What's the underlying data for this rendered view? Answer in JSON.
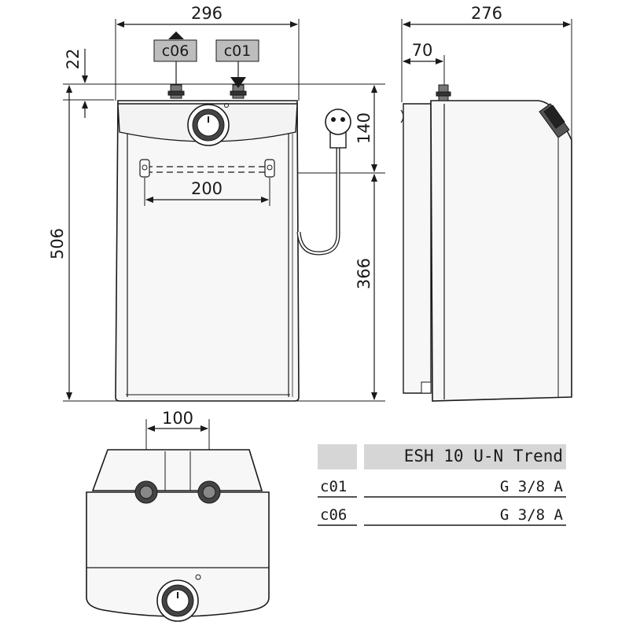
{
  "front_view": {
    "width_dim": "296",
    "height_dim": "506",
    "top_offset_dim": "22",
    "rail_spacing_dim": "200",
    "upper_dim": "140",
    "lower_dim": "366",
    "tag_c06": "c06",
    "tag_c01": "c01"
  },
  "side_view": {
    "depth_dim": "276",
    "pipe_offset_dim": "70"
  },
  "bottom_view": {
    "connection_spacing_dim": "100"
  },
  "spec_table": {
    "model": "ESH 10 U-N Trend",
    "rows": [
      {
        "code": "c01",
        "value": "G 3/8 A"
      },
      {
        "code": "c06",
        "value": "G 3/8 A"
      }
    ]
  },
  "colors": {
    "line": "#1a1a1a",
    "tag_fill": "#bdbdbd",
    "table_header_fill": "#d6d6d6",
    "appliance_fill": "#f7f7f7"
  }
}
